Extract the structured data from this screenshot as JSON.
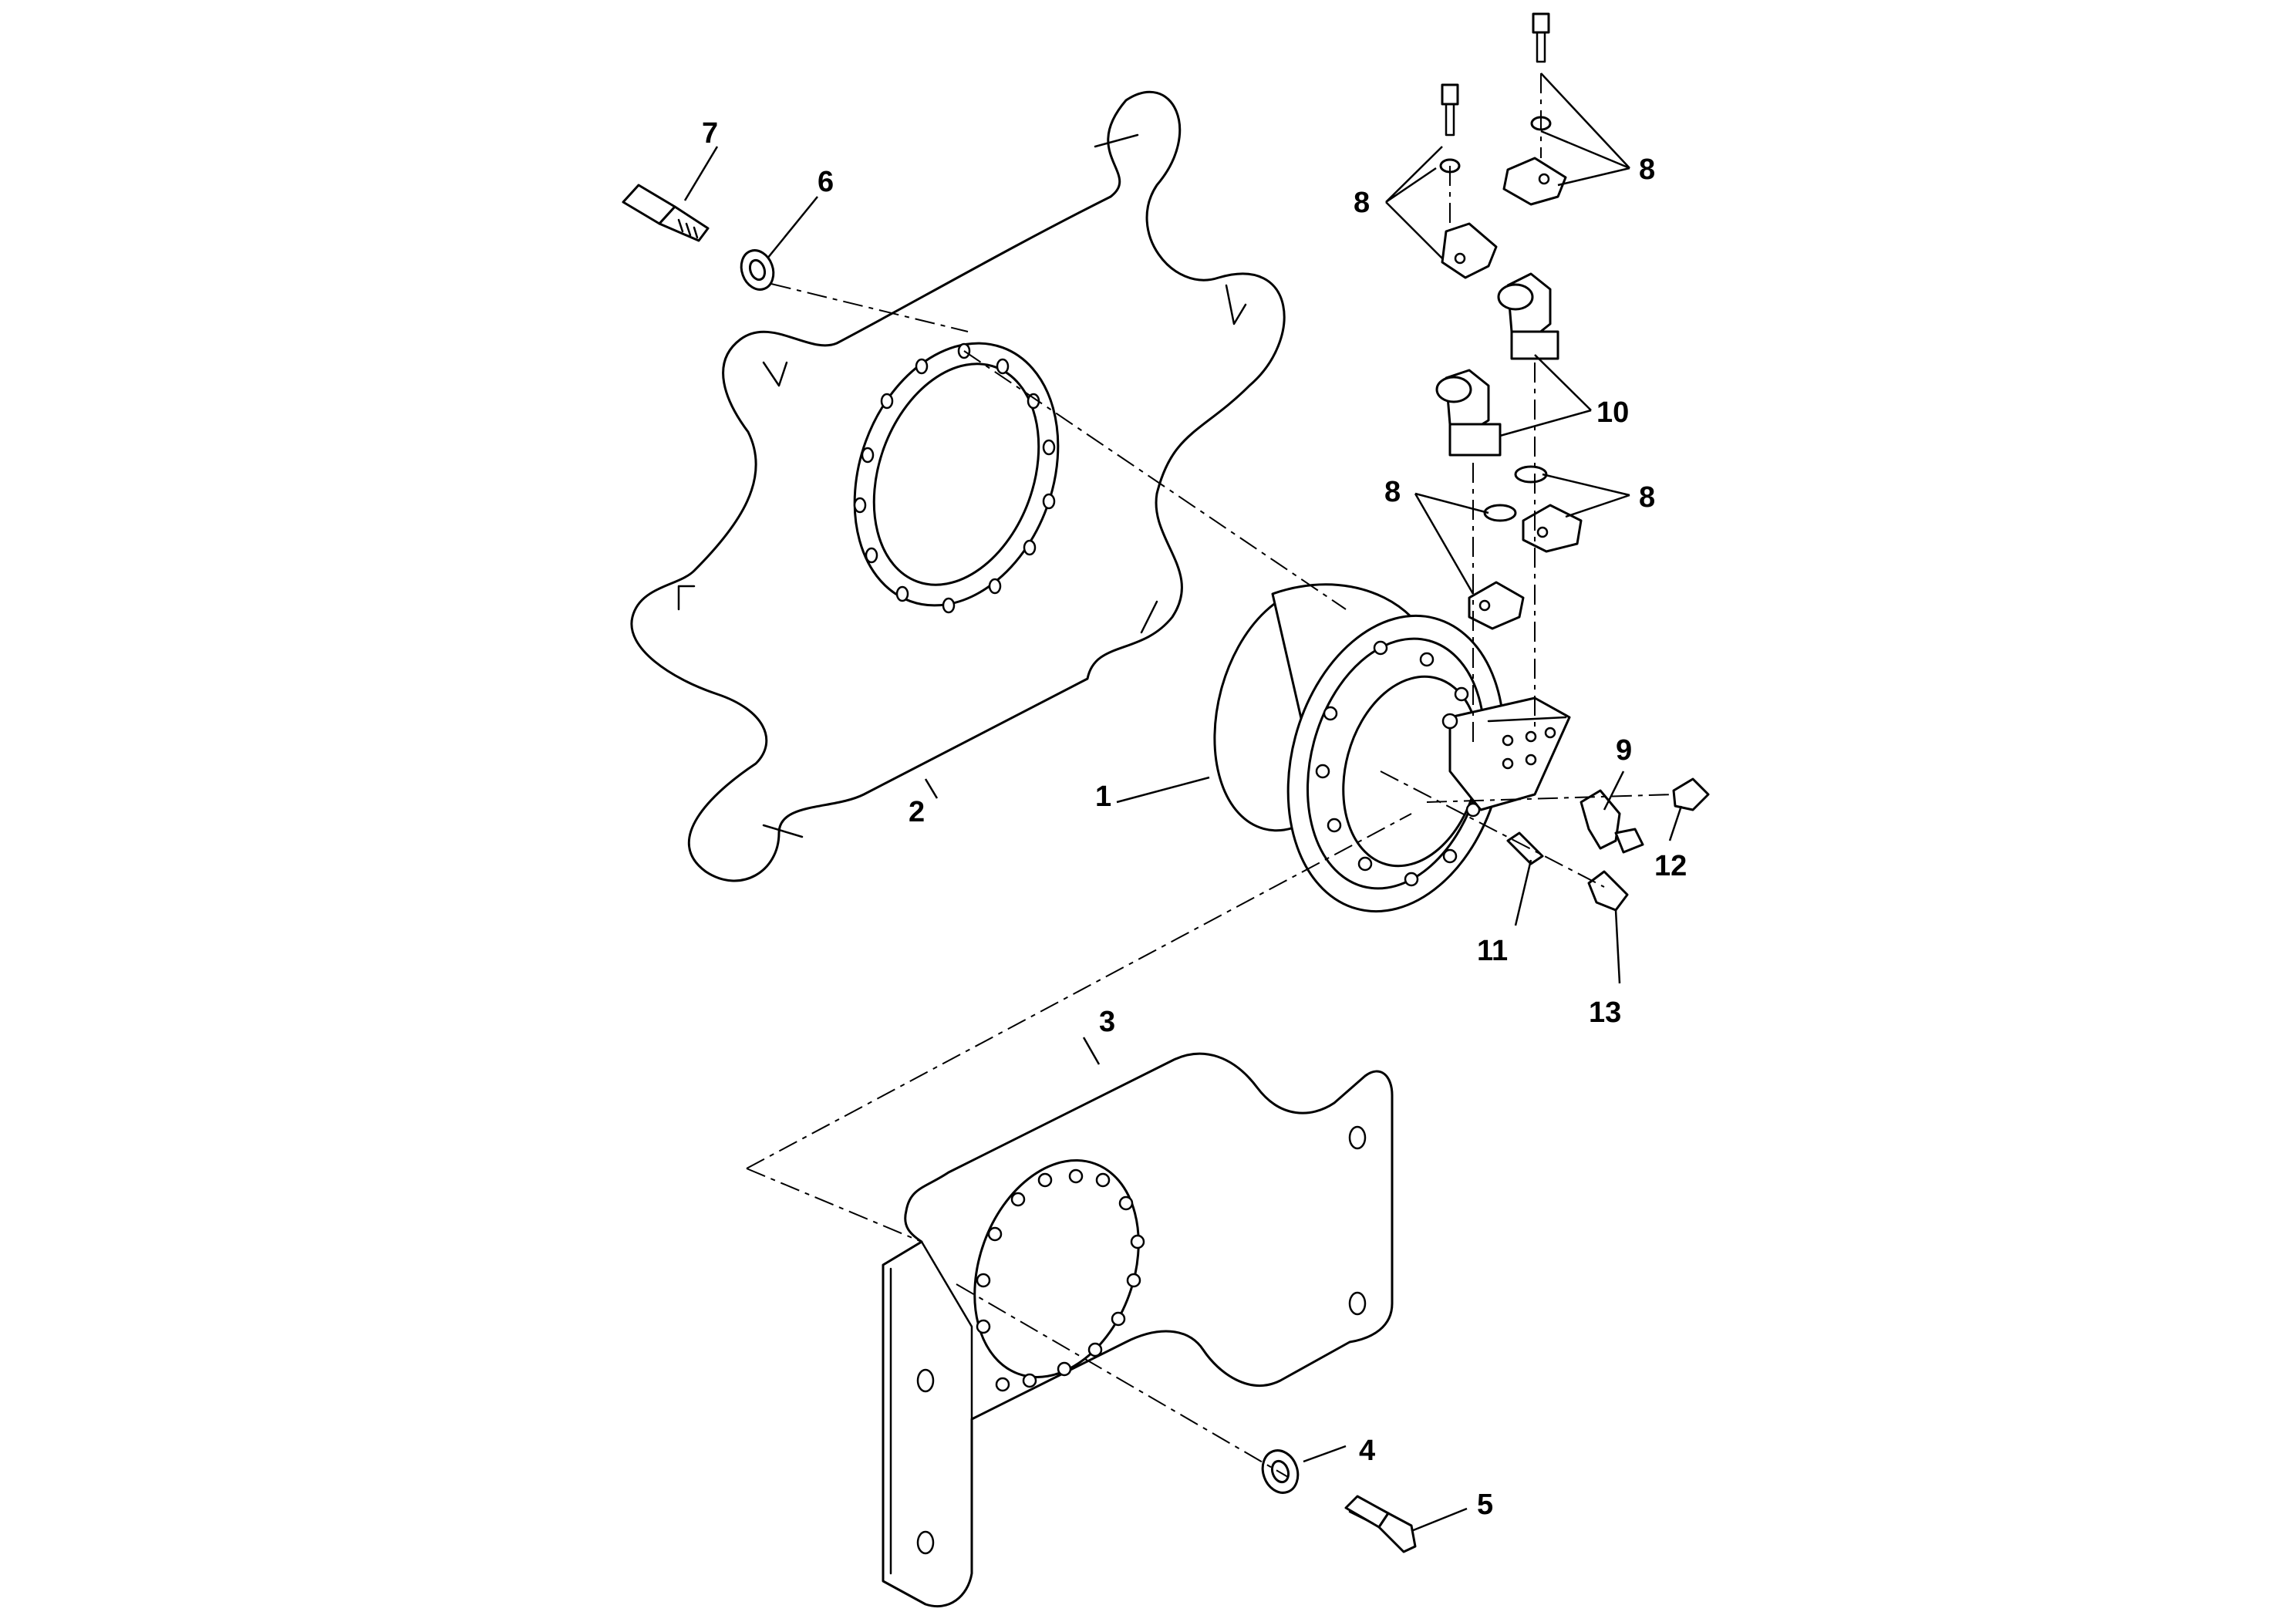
{
  "diagram": {
    "type": "exploded-parts-drawing",
    "background": "#ffffff",
    "line_color": "#000000",
    "callouts": [
      {
        "id": "c1",
        "label": "1"
      },
      {
        "id": "c2",
        "label": "2"
      },
      {
        "id": "c3",
        "label": "3"
      },
      {
        "id": "c4",
        "label": "4"
      },
      {
        "id": "c5",
        "label": "5"
      },
      {
        "id": "c6",
        "label": "6"
      },
      {
        "id": "c7",
        "label": "7"
      },
      {
        "id": "c8a",
        "label": "8"
      },
      {
        "id": "c8b",
        "label": "8"
      },
      {
        "id": "c8c",
        "label": "8"
      },
      {
        "id": "c8d",
        "label": "8"
      },
      {
        "id": "c9",
        "label": "9"
      },
      {
        "id": "c10",
        "label": "10"
      },
      {
        "id": "c11",
        "label": "11"
      },
      {
        "id": "c12",
        "label": "12"
      },
      {
        "id": "c13",
        "label": "13"
      }
    ]
  }
}
